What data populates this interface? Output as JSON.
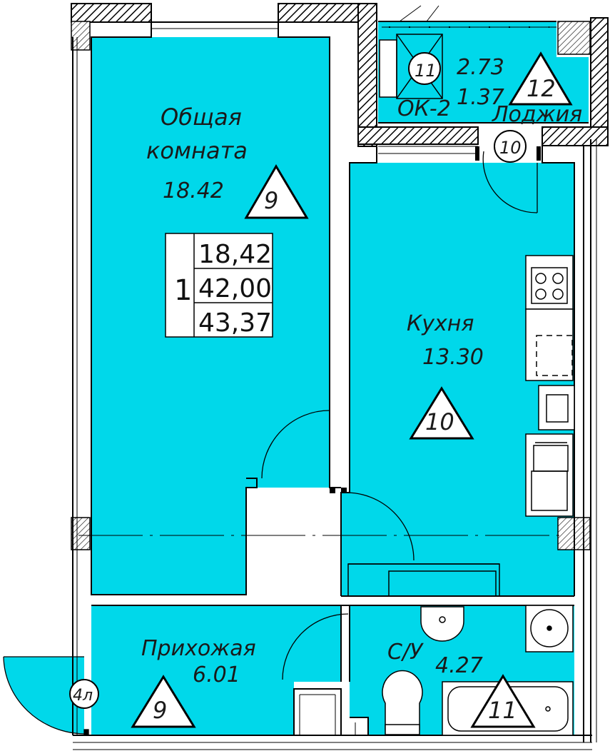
{
  "colors": {
    "room": "#00d8ea",
    "wall": "#ffffff",
    "line": "#000000",
    "hatch": "#000000"
  },
  "rooms": {
    "living": {
      "name_line1": "Общая",
      "name_line2": "комната",
      "area": "18.42",
      "finish": "9"
    },
    "kitchen": {
      "name": "Кухня",
      "area": "13.30",
      "finish": "10"
    },
    "hall": {
      "name": "Прихожая",
      "area": "6.01",
      "finish": "9"
    },
    "bath": {
      "name": "С/У",
      "area": "4.27",
      "finish": "11"
    },
    "loggia": {
      "name": "Лоджия",
      "area_a": "2.73",
      "area_b": "1.37",
      "finish": "12",
      "window": "ОК-2",
      "marker": "11"
    }
  },
  "apartment": {
    "rooms_count": "1",
    "living_area": "18,42",
    "total_area": "42,00",
    "total_with_loggia": "43,37"
  },
  "markers": {
    "kitchen_door": "10",
    "entrance": "4л"
  }
}
